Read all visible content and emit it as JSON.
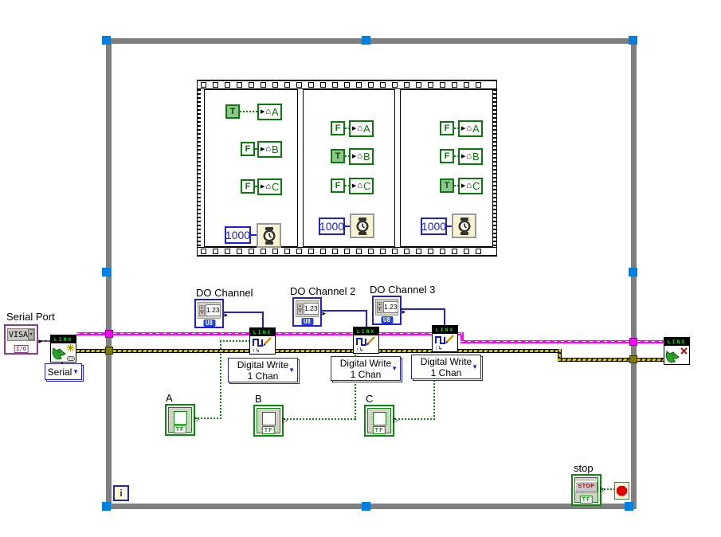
{
  "loop": {
    "iteration_terminal": "i"
  },
  "sequence": {
    "frames": [
      {
        "consts": [
          "T",
          "F",
          "F"
        ],
        "locals": [
          "A",
          "B",
          "C"
        ],
        "wait_ms": "1000"
      },
      {
        "consts": [
          "F",
          "T",
          "F"
        ],
        "locals": [
          "A",
          "B",
          "C"
        ],
        "wait_ms": "1000"
      },
      {
        "consts": [
          "F",
          "F",
          "T"
        ],
        "locals": [
          "A",
          "B",
          "C"
        ],
        "wait_ms": "1000"
      }
    ]
  },
  "serial": {
    "label": "Serial Port",
    "visa_value": "VISA",
    "io_tag": "I/O",
    "ring_value": "Serial"
  },
  "linx": {
    "header": "LINX"
  },
  "do_channels": [
    {
      "label": "DO Channel",
      "value": "1.23",
      "type_tag": "U8"
    },
    {
      "label": "DO Channel 2",
      "value": "1.23",
      "type_tag": "U8"
    },
    {
      "label": "DO Channel 3",
      "value": "1.23",
      "type_tag": "U8"
    }
  ],
  "write_rings": [
    {
      "line1": "Digital Write",
      "line2": "1 Chan"
    },
    {
      "line1": "Digital Write",
      "line2": "1 Chan"
    },
    {
      "line1": "Digital Write",
      "line2": "1 Chan"
    }
  ],
  "bool_terminals": [
    {
      "label": "A",
      "type_tag": "TF"
    },
    {
      "label": "B",
      "type_tag": "TF"
    },
    {
      "label": "C",
      "type_tag": "TF"
    }
  ],
  "stop": {
    "label": "stop",
    "button_text": "STOP",
    "type_tag": "TF"
  },
  "colors": {
    "reference_wire": "#ff00ff",
    "error_wire": "#d4c200",
    "boolean_wire": "#0a8a0a",
    "numeric_blue": "#2020d8",
    "terminal_green": "#0a8a0a",
    "structure_gray": "#7f7f7f",
    "selection_handle": "#0080e0",
    "visa_purple": "#8e3a8e"
  }
}
